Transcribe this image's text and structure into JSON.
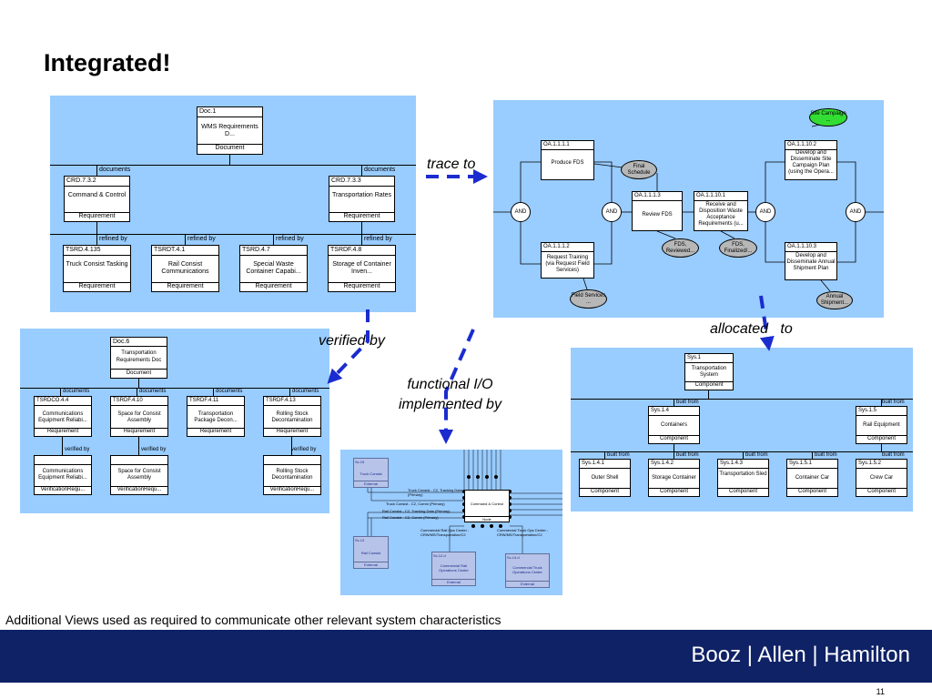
{
  "slide": {
    "title": "Integrated!",
    "footer": "Additional Views used as required to communicate other relevant system characteristics",
    "brand": "Booz | Allen | Hamilton",
    "page": "11"
  },
  "annotations": {
    "trace": "trace to",
    "verified": "verified by",
    "functional_l1": "functional I/O",
    "functional_l2": "implemented by",
    "allocated": "allocated   to"
  },
  "colors": {
    "panel": "#99ccff",
    "band": "#0f2266",
    "arrow": "#1a2ccf",
    "green": "#33dd33"
  },
  "p1": {
    "doc": {
      "id": "Doc.1",
      "name": "WMS Requirements D...",
      "type": "Document"
    },
    "rel_documents": "documents",
    "rel_refined": "refined by",
    "req_type": "Requirement",
    "crd": [
      {
        "id": "CRD.7.3.2",
        "name": "Command & Control"
      },
      {
        "id": "CRD.7.3.3",
        "name": "Transportation Rates"
      }
    ],
    "ts": [
      {
        "id": "TSRD.4.135",
        "name": "Truck Consist Tasking"
      },
      {
        "id": "TSRDT.4.1",
        "name": "Rail Consist Communications"
      },
      {
        "id": "TSRD.4.7",
        "name": "Special Waste Container Capabi..."
      },
      {
        "id": "TSRDF.4.8",
        "name": "Storage of Container Inven..."
      }
    ]
  },
  "p2": {
    "and": "AND",
    "f1": {
      "id": "OA.1.1.1.1",
      "name": "Produce FDS"
    },
    "f2": {
      "id": "OA.1.1.1.2",
      "name": "Request Training (via Request Field Services)"
    },
    "f3": {
      "id": "OA.1.1.1.3",
      "name": "Review FDS"
    },
    "f4": {
      "id": "OA.1.1.10.1",
      "name": "Receive and Disposition Waste Acceptance Requirements (u..."
    },
    "f5": {
      "id": "OA.1.1.10.2",
      "name": "Develop and Disseminate Site Campaign Plan (using the Opera..."
    },
    "f6": {
      "id": "OA.1.1.10.3",
      "name": "Develop and Disseminate Annual Shipment Plan"
    },
    "o_final": "Final Schedule",
    "o_reviewed": "FDS, Reviewed...",
    "o_finalized": "FDS, Finalized/...",
    "o_field": "Field Services ...",
    "o_annual": "Annual Shipment...",
    "o_site": "Site Campaign ..."
  },
  "p3": {
    "doc": {
      "id": "Doc.6",
      "name": "Transportation Requirements Doc",
      "type": "Document"
    },
    "rel_documents": "documents",
    "rel_verified": "verified by",
    "req_type": "Requirement",
    "ver_type": "VerificationRequ...",
    "reqs": [
      {
        "id": "TSRDCO.4.4",
        "name": "Communications Equipment Reliabi..."
      },
      {
        "id": "TSRDF.4.10",
        "name": "Space for Consist Assembly"
      },
      {
        "id": "TSRDF.4.11",
        "name": "Transportation Package Decon..."
      },
      {
        "id": "TSRDF.4.13",
        "name": "Rolling Stock Decontamination"
      }
    ],
    "vers": [
      {
        "name": "Communications Equipment Reliabi..."
      },
      {
        "name": "Space for Consist Assembly"
      },
      {
        "name": "Rolling Stock Decontamination"
      }
    ]
  },
  "p4": {
    "rel_built": "built from",
    "comp_type": "Component",
    "sys1": {
      "id": "Sys.1",
      "name": "Transportation System"
    },
    "sys14": {
      "id": "Sys.1.4",
      "name": "Containers"
    },
    "sys15": {
      "id": "Sys.1.5",
      "name": "Rail Equipment"
    },
    "leaves": [
      {
        "id": "Sys.1.4.1",
        "name": "Outer Shell"
      },
      {
        "id": "Sys.1.4.2",
        "name": "Storage Container"
      },
      {
        "id": "Sys.1.4.3",
        "name": "Transportation Sled"
      },
      {
        "id": "Sys.1.5.1",
        "name": "Container Car"
      },
      {
        "id": "Sys.1.5.2",
        "name": "Crew Car"
      }
    ]
  },
  "p5": {
    "tc": {
      "id": "Sc.15",
      "name": "Truck Consist",
      "type": "External"
    },
    "rc": {
      "id": "Sc.13",
      "name": "Rail Consist",
      "type": "External"
    },
    "crail": {
      "id": "Sc.12.d",
      "name": "Commercial Rail Operations Center",
      "type": "External"
    },
    "ctruck": {
      "id": "Sc.14.d",
      "name": "Commercial Truck Operations Center",
      "type": "External"
    },
    "cc": {
      "name": "Command & Control",
      "type": "Node"
    },
    "l1": "Truck Consist - C2, Tracking Data (Primary)",
    "l2": "Truck Consist - C2, Comm (Primary)",
    "l3": "Rail Consist - C2, Tracking Data (Primary)",
    "l4": "Rail Consist - C2, Comm (Primary)",
    "l5": "Commercial Rail Ops Center - CRW/MS/Transportation/C2",
    "l6": "Commercial Truck Ops Center - CRW/MS/Transportation/C2"
  }
}
